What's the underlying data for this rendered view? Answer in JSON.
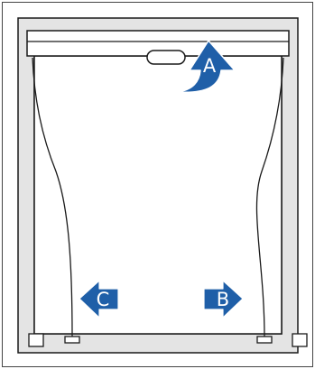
{
  "labels": {
    "arrow_a": "A",
    "arrow_b": "B",
    "arrow_c": "C"
  },
  "colors": {
    "frame_fill": "#e4e4e4",
    "line": "#1a1a1a",
    "arrow_fill": "#1f5fa8",
    "background": "#ffffff",
    "border": "#444444"
  }
}
